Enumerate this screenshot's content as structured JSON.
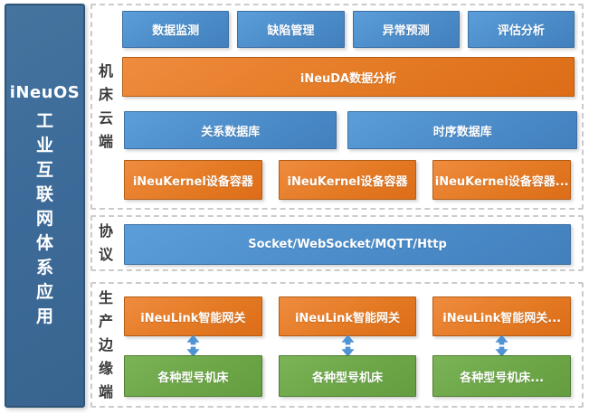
{
  "sidebar": {
    "title": "iNeuOS",
    "subtitle": "工业互联网体系应用"
  },
  "cloud": {
    "label": "机床云端",
    "apps": [
      "数据监测",
      "缺陷管理",
      "异常预测",
      "评估分析"
    ],
    "analysis": "iNeuDA数据分析",
    "databases": [
      "关系数据库",
      "时序数据库"
    ],
    "containers": [
      "iNeuKernel设备容器",
      "iNeuKernel设备容器",
      "iNeuKernel设备容器..."
    ]
  },
  "protocol": {
    "label": "协议",
    "bar": "Socket/WebSocket/MQTT/Http"
  },
  "edge": {
    "label": "生产边缘端",
    "columns": [
      {
        "gateway": "iNeuLink智能网关",
        "machine": "各种型号机床"
      },
      {
        "gateway": "iNeuLink智能网关",
        "machine": "各种型号机床"
      },
      {
        "gateway": "iNeuLink智能网关...",
        "machine": "各种型号机床..."
      }
    ]
  },
  "colors": {
    "sidebar_blue": "#3d6b99",
    "box_blue": "#4b8cc9",
    "box_orange": "#e47a24",
    "box_green": "#6ca647",
    "arrow_blue": "#4f93d4",
    "dash_gray": "#cbcbcb"
  }
}
